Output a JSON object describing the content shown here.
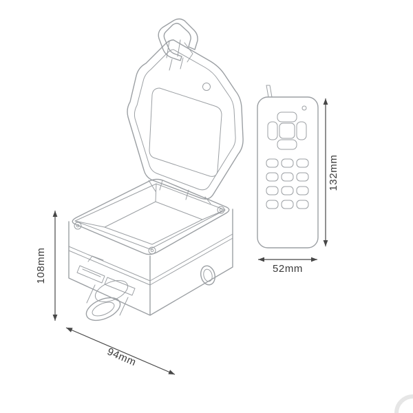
{
  "canvas": {
    "background": "#ffffff"
  },
  "colors": {
    "drawing_line": "#9b9fa3",
    "dimension_line": "#474747",
    "label_text": "#3a3a3a",
    "watermark": "#e6e6e6"
  },
  "diagram": {
    "dimensions": {
      "box_height": "108mm",
      "box_width": "94mm",
      "remote_height": "132mm",
      "remote_width": "52mm"
    }
  }
}
